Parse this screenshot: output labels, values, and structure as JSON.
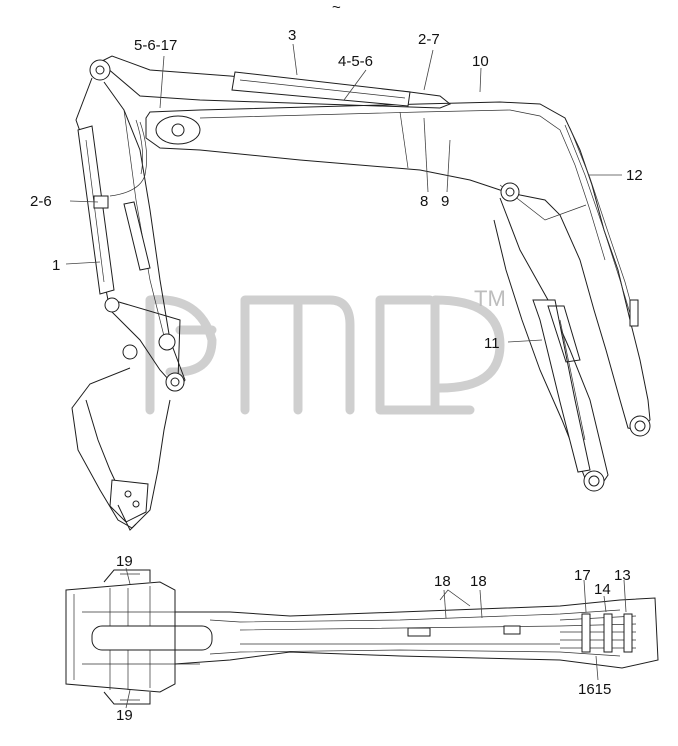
{
  "labels": {
    "top_mark": "~",
    "l_5_6_17": "5-6-17",
    "l_3": "3",
    "l_4_5_6": "4-5-6",
    "l_2_7": "2-7",
    "l_10": "10",
    "l_2_6": "2-6",
    "l_8": "8",
    "l_9": "9",
    "l_12": "12",
    "l_1": "1",
    "l_11": "11",
    "l_19_top": "19",
    "l_19_bottom": "19",
    "l_18_a": "18",
    "l_18_b": "18",
    "l_17": "17",
    "l_14": "14",
    "l_13": "13",
    "l_1615": "1615"
  },
  "watermark": {
    "tm": "TM",
    "color": "#cfcfcf"
  },
  "colors": {
    "line": "#1e1e1e",
    "background": "#ffffff"
  }
}
